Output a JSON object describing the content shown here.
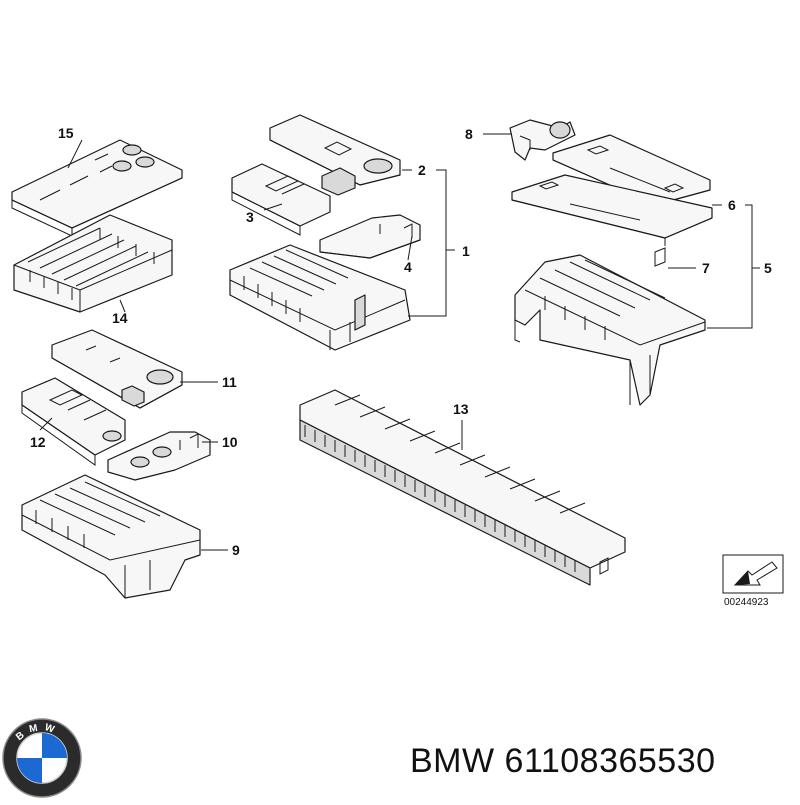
{
  "diagram": {
    "callouts": [
      "1",
      "2",
      "3",
      "4",
      "5",
      "6",
      "7",
      "8",
      "9",
      "10",
      "11",
      "12",
      "13",
      "14",
      "15"
    ],
    "reference_code": "00244923"
  },
  "footer": {
    "brand": "BMW",
    "part_number": "61108365530",
    "logo_text": "BMW"
  },
  "colors": {
    "line": "#1a1a1a",
    "part_fill": "#f7f7f7",
    "logo_blue": "#1c69d4",
    "logo_ring": "#2b2b2b"
  }
}
